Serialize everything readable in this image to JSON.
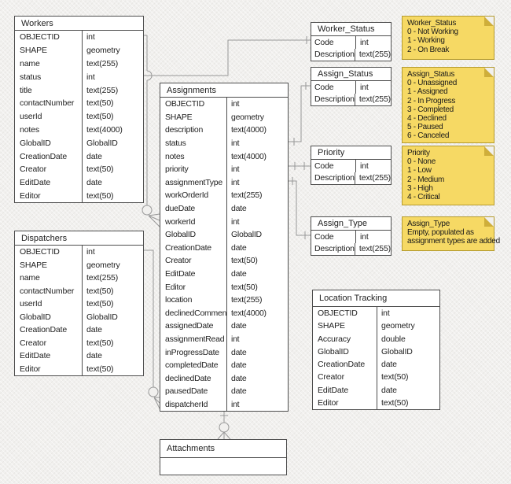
{
  "tables": {
    "workers": {
      "title": "Workers",
      "fields": [
        [
          "OBJECTID",
          "int"
        ],
        [
          "SHAPE",
          "geometry"
        ],
        [
          "name",
          "text(255)"
        ],
        [
          "status",
          "int"
        ],
        [
          "title",
          "text(255)"
        ],
        [
          "contactNumber",
          "text(50)"
        ],
        [
          "userId",
          "text(50)"
        ],
        [
          "notes",
          "text(4000)"
        ],
        [
          "GlobalID",
          "GlobalID"
        ],
        [
          "CreationDate",
          "date"
        ],
        [
          "Creator",
          "text(50)"
        ],
        [
          "EditDate",
          "date"
        ],
        [
          "Editor",
          "text(50)"
        ]
      ]
    },
    "dispatchers": {
      "title": "Dispatchers",
      "fields": [
        [
          "OBJECTID",
          "int"
        ],
        [
          "SHAPE",
          "geometry"
        ],
        [
          "name",
          "text(255)"
        ],
        [
          "contactNumber",
          "text(50)"
        ],
        [
          "userId",
          "text(50)"
        ],
        [
          "GlobalID",
          "GlobalID"
        ],
        [
          "CreationDate",
          "date"
        ],
        [
          "Creator",
          "text(50)"
        ],
        [
          "EditDate",
          "date"
        ],
        [
          "Editor",
          "text(50)"
        ]
      ]
    },
    "assignments": {
      "title": "Assignments",
      "fields": [
        [
          "OBJECTID",
          "int"
        ],
        [
          "SHAPE",
          "geometry"
        ],
        [
          "description",
          "text(4000)"
        ],
        [
          "status",
          "int"
        ],
        [
          "notes",
          "text(4000)"
        ],
        [
          "priority",
          "int"
        ],
        [
          "assignmentType",
          "int"
        ],
        [
          "workOrderId",
          "text(255)"
        ],
        [
          "dueDate",
          "date"
        ],
        [
          "workerId",
          "int"
        ],
        [
          "GlobalID",
          "GlobalID"
        ],
        [
          "CreationDate",
          "date"
        ],
        [
          "Creator",
          "text(50)"
        ],
        [
          "EditDate",
          "date"
        ],
        [
          "Editor",
          "text(50)"
        ],
        [
          "location",
          "text(255)"
        ],
        [
          "declinedComment",
          "text(4000)"
        ],
        [
          "assignedDate",
          "date"
        ],
        [
          "assignmentRead",
          "int"
        ],
        [
          "inProgressDate",
          "date"
        ],
        [
          "completedDate",
          "date"
        ],
        [
          "declinedDate",
          "date"
        ],
        [
          "pausedDate",
          "date"
        ],
        [
          "dispatcherId",
          "int"
        ]
      ]
    },
    "worker_status": {
      "title": "Worker_Status",
      "fields": [
        [
          "Code",
          "int"
        ],
        [
          "Description",
          "text(255)"
        ]
      ]
    },
    "assign_status": {
      "title": "Assign_Status",
      "fields": [
        [
          "Code",
          "int"
        ],
        [
          "Description",
          "text(255)"
        ]
      ]
    },
    "priority": {
      "title": "Priority",
      "fields": [
        [
          "Code",
          "int"
        ],
        [
          "Description",
          "text(255)"
        ]
      ]
    },
    "assign_type": {
      "title": "Assign_Type",
      "fields": [
        [
          "Code",
          "int"
        ],
        [
          "Description",
          "text(255)"
        ]
      ]
    },
    "location_tracking": {
      "title": "Location Tracking",
      "fields": [
        [
          "OBJECTID",
          "int"
        ],
        [
          "SHAPE",
          "geometry"
        ],
        [
          "Accuracy",
          "double"
        ],
        [
          "GlobalID",
          "GlobalID"
        ],
        [
          "CreationDate",
          "date"
        ],
        [
          "Creator",
          "text(50)"
        ],
        [
          "EditDate",
          "date"
        ],
        [
          "Editor",
          "text(50)"
        ]
      ]
    },
    "attachments": {
      "title": "Attachments",
      "fields": []
    }
  },
  "notes": {
    "worker_status": {
      "title": "Worker_Status",
      "lines": [
        "0 - Not Working",
        "1 - Working",
        "2 - On Break"
      ]
    },
    "assign_status": {
      "title": "Assign_Status",
      "lines": [
        "0 - Unassigned",
        "1 - Assigned",
        "2 - In Progress",
        "3 - Completed",
        "4 - Declined",
        "5 - Paused",
        "6 - Canceled"
      ]
    },
    "priority": {
      "title": "Priority",
      "lines": [
        "0 - None",
        "1 - Low",
        "2 - Medium",
        "3 - High",
        "4 - Critical"
      ]
    },
    "assign_type": {
      "title": "Assign_Type",
      "lines": [
        "Empty, populated as",
        "assignment types are added"
      ]
    }
  },
  "colors": {
    "canvas_background": "#f1f0ee",
    "table_background": "#ffffff",
    "table_border": "#4d4d4d",
    "connector_line": "#989898",
    "note_fill": "#f6d964",
    "note_border": "#b49a2e",
    "note_fold": "#cfae3a",
    "text": "#222222"
  }
}
